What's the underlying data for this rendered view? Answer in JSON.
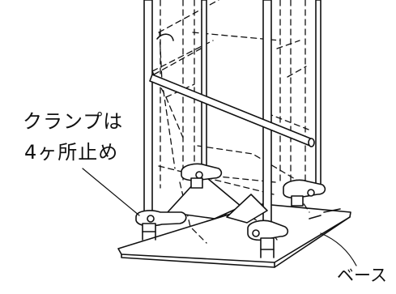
{
  "annotations": {
    "clamp_line1": "クランプは",
    "clamp_line2": "4ヶ所止め",
    "base": "ベース"
  },
  "colors": {
    "line": "#111111",
    "paper": "#ffffff"
  }
}
